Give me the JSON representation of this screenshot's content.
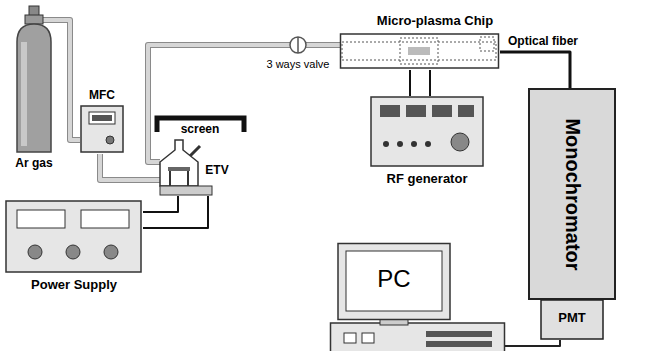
{
  "diagram": {
    "nodes": [
      {
        "text": [
          "Ar gas"
        ]
      },
      {
        "text": [
          "MFC"
        ]
      },
      {
        "text": [
          "ETV"
        ]
      },
      {
        "text": [
          "Power Supply"
        ]
      },
      {
        "text": [
          "3 ways valve"
        ]
      },
      {
        "text": [
          "Micro-plasma Chip"
        ]
      },
      {
        "text": [
          "RF generator"
        ]
      },
      {
        "text": [
          "Monochromator"
        ]
      },
      {
        "text": [
          "PMT"
        ]
      },
      {
        "text": [
          "PC"
        ]
      }
    ],
    "edges": [
      {
        "from": 0,
        "to": 1,
        "arrow": "none"
      },
      {
        "from": 1,
        "to": 2,
        "arrow": "none"
      },
      {
        "from": 2,
        "to": 4,
        "arrow": "none"
      },
      {
        "from": 4,
        "to": 5,
        "arrow": "none"
      },
      {
        "from": 3,
        "to": 2,
        "arrow": "none"
      },
      {
        "from": 3,
        "to": 2,
        "arrow": "none"
      },
      {
        "from": 6,
        "to": 5,
        "arrow": "none"
      },
      {
        "from": 6,
        "to": 5,
        "arrow": "none"
      },
      {
        "from": 5,
        "to": 7,
        "label": "Optical fiber",
        "arrow": "none"
      },
      {
        "from": 8,
        "to": 9,
        "arrow": "none"
      }
    ],
    "labels": [
      "screen"
    ]
  }
}
